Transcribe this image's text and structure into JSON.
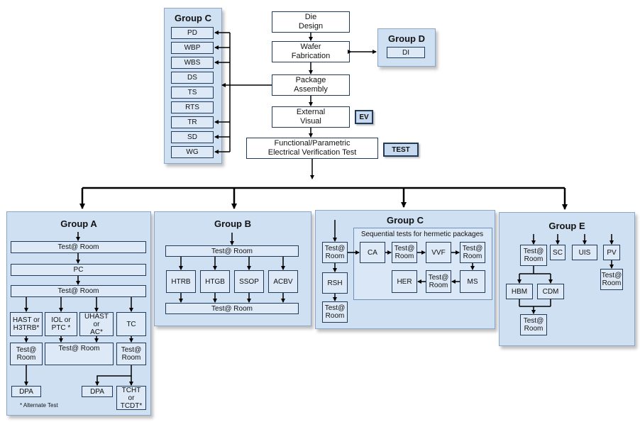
{
  "flow": {
    "die_design": "Die\nDesign",
    "wafer_fab": "Wafer\nFabrication",
    "package_assembly": "Package\nAssembly",
    "external_visual": "External\nVisual",
    "ev": "EV",
    "functional_test": "Functional/Parametric\nElectrical Verification Test",
    "test": "TEST"
  },
  "group_c_top": {
    "title": "Group C",
    "items": [
      "PD",
      "WBP",
      "WBS",
      "DS",
      "TS",
      "RTS",
      "TR",
      "SD",
      "WG"
    ]
  },
  "group_d": {
    "title": "Group D",
    "item": "DI"
  },
  "group_a": {
    "title": "Group A",
    "test_room_1": "Test@ Room",
    "pc": "PC",
    "test_room_2": "Test@ Room",
    "hast": "HAST or\nH3TRB*",
    "iol": "IOL or\nPTC *",
    "uhast": "UHAST or\nAC*",
    "tc": "TC",
    "test_room_left": "Test@\nRoom",
    "test_room_mid": "Test@ Room",
    "test_room_right": "Test@\nRoom",
    "dpa_left": "DPA",
    "dpa_right": "DPA",
    "tcht": "TCHT or\nTCDT*",
    "note": "* Alternate Test"
  },
  "group_b": {
    "title": "Group B",
    "test_room_top": "Test@ Room",
    "items": [
      "HTRB",
      "HTGB",
      "SSOP",
      "ACBV"
    ],
    "test_room_bottom": "Test@ Room"
  },
  "group_c_bottom": {
    "title": "Group C",
    "inner_title": "Sequential tests for hermetic packages",
    "test_room_start": "Test@\nRoom",
    "rsh": "RSH",
    "test_room_rsh": "Test@\nRoom",
    "ca": "CA",
    "test_room_2": "Test@\nRoom",
    "vvf": "VVF",
    "test_room_3": "Test@\nRoom",
    "ms": "MS",
    "test_room_4": "Test@\nRoom",
    "her": "HER"
  },
  "group_e": {
    "title": "Group E",
    "test_room_1": "Test@\nRoom",
    "sc": "SC",
    "uis": "UIS",
    "pv": "PV",
    "test_room_pv": "Test@\nRoom",
    "hbm": "HBM",
    "cdm": "CDM",
    "test_room_bottom": "Test@\nRoom"
  }
}
